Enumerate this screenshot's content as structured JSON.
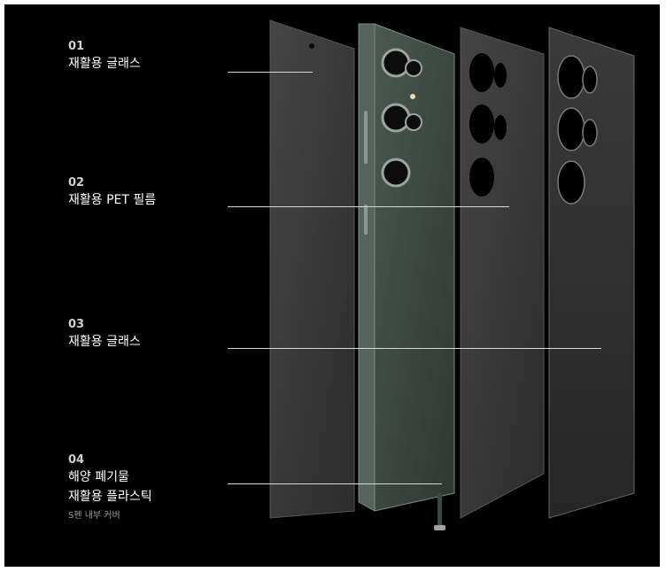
{
  "callouts": [
    {
      "number": "01",
      "lines": [
        "재활용 글래스"
      ]
    },
    {
      "number": "02",
      "lines": [
        "재활용 PET 필름"
      ]
    },
    {
      "number": "03",
      "lines": [
        "재활용 글래스"
      ]
    },
    {
      "number": "04",
      "lines": [
        "해양 폐기물",
        "재활용 플라스틱"
      ],
      "note": "S펜 내부 커버"
    }
  ],
  "colors": {
    "background": "#000000",
    "panel": "#3a3a3a",
    "phone_body": "#3e4a43",
    "frame": "#6d7a72",
    "leader_line": "#d8d8d8"
  }
}
